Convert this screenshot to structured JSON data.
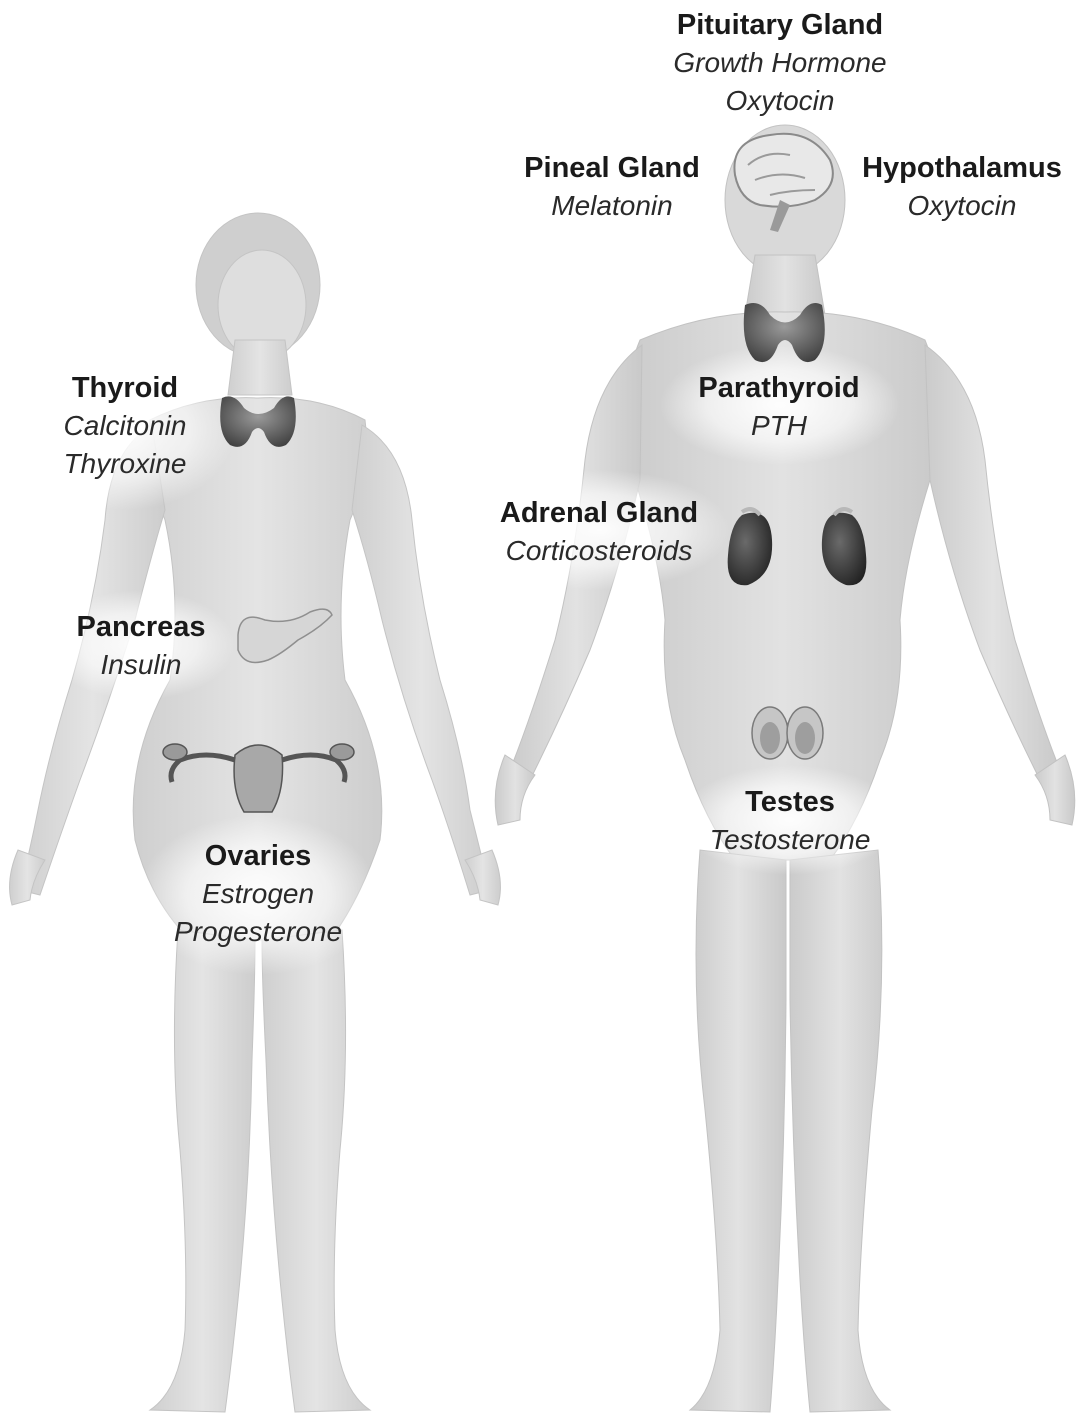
{
  "figure": {
    "figures": [
      "female",
      "male"
    ]
  },
  "labels": {
    "pituitary": {
      "name": "Pituitary Gland",
      "hormones": [
        "Growth Hormone",
        "Oxytocin"
      ]
    },
    "pineal": {
      "name": "Pineal Gland",
      "hormones": [
        "Melatonin"
      ]
    },
    "hypothalamus": {
      "name": "Hypothalamus",
      "hormones": [
        "Oxytocin"
      ]
    },
    "thyroid": {
      "name": "Thyroid",
      "hormones": [
        "Calcitonin",
        "Thyroxine"
      ]
    },
    "parathyroid": {
      "name": "Parathyroid",
      "hormones": [
        "PTH"
      ]
    },
    "adrenal": {
      "name": "Adrenal Gland",
      "hormones": [
        "Corticosteroids"
      ]
    },
    "pancreas": {
      "name": "Pancreas",
      "hormones": [
        "Insulin"
      ]
    },
    "ovaries": {
      "name": "Ovaries",
      "hormones": [
        "Estrogen",
        "Progesterone"
      ]
    },
    "testes": {
      "name": "Testes",
      "hormones": [
        "Testosterone"
      ]
    }
  },
  "colors": {
    "body": "#dcdcdc",
    "glow": "#ffffff",
    "organ_dark": "#3a3a3a",
    "organ_mid": "#8a8a8a",
    "organ_light": "#c8c8c8"
  }
}
